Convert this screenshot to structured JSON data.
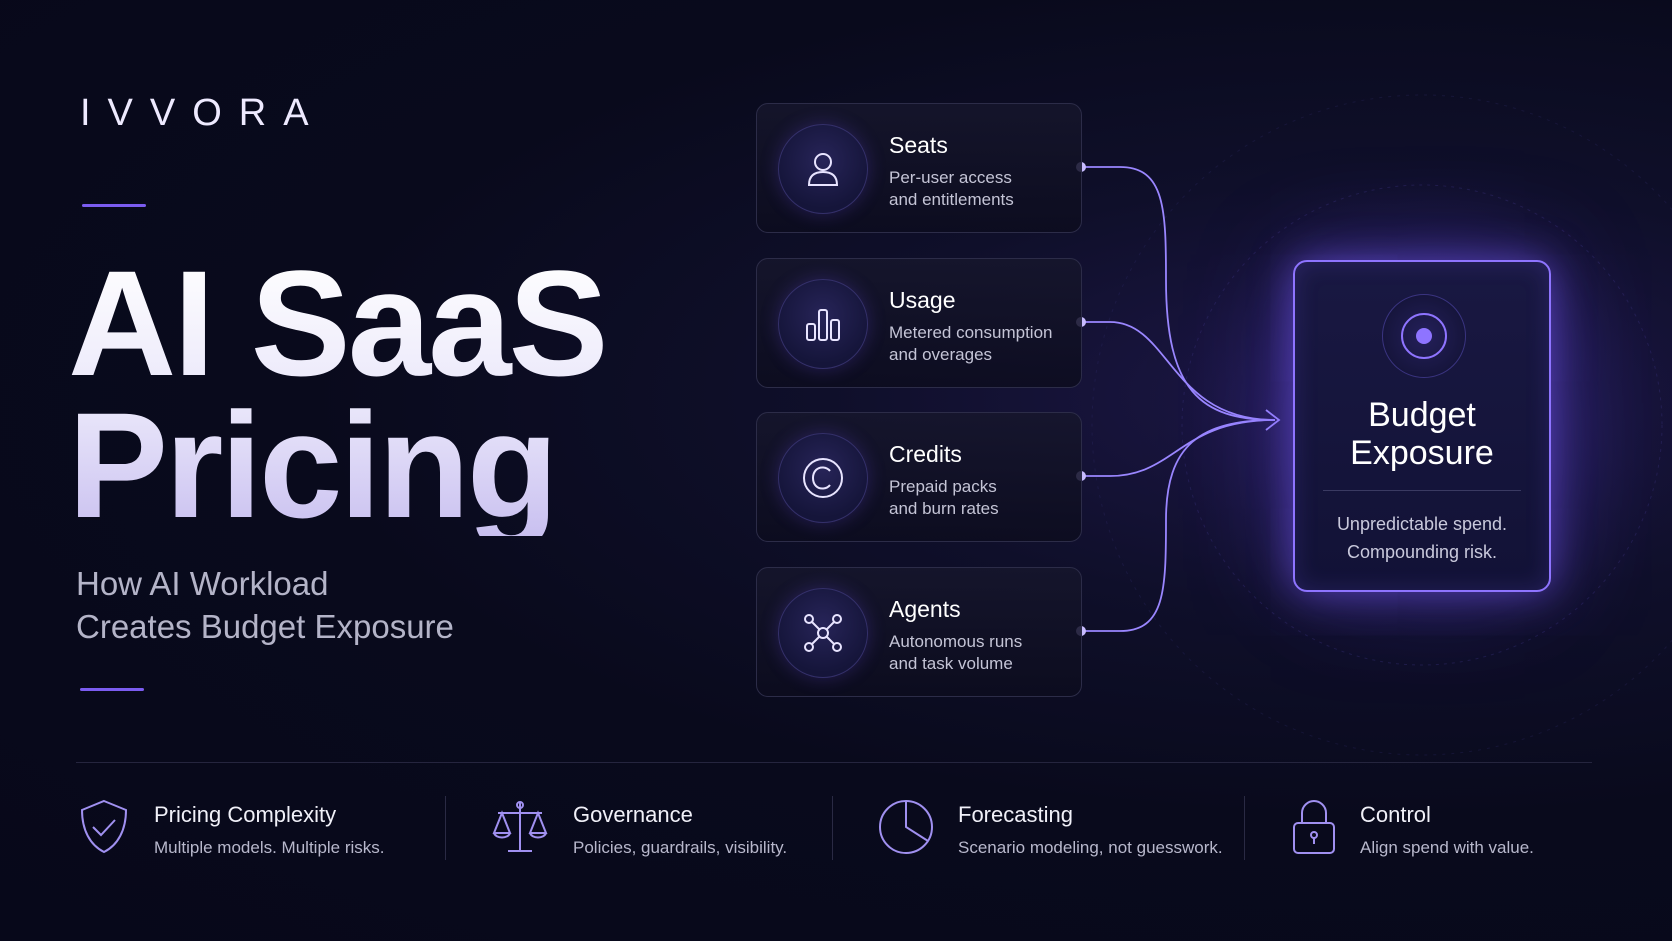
{
  "brand": "IVVORA",
  "title": {
    "line1": "AI SaaS",
    "line2": "Pricing"
  },
  "subtitle": {
    "line1": "How AI Workload",
    "line2": "Creates Budget Exposure"
  },
  "cards": [
    {
      "title": "Seats",
      "desc1": "Per-user access",
      "desc2": "and entitlements",
      "icon": "user-icon"
    },
    {
      "title": "Usage",
      "desc1": "Metered consumption",
      "desc2": "and overages",
      "icon": "bar-chart-icon"
    },
    {
      "title": "Credits",
      "desc1": "Prepaid packs",
      "desc2": "and burn rates",
      "icon": "copyright-coin-icon"
    },
    {
      "title": "Agents",
      "desc1": "Autonomous runs",
      "desc2": "and task volume",
      "icon": "network-nodes-icon"
    }
  ],
  "budget": {
    "title1": "Budget",
    "title2": "Exposure",
    "desc1": "Unpredictable spend.",
    "desc2": "Compounding risk.",
    "icon": "target-icon"
  },
  "features": [
    {
      "title": "Pricing Complexity",
      "desc": "Multiple models. Multiple risks.",
      "icon": "shield-check-icon"
    },
    {
      "title": "Governance",
      "desc": "Policies, guardrails, visibility.",
      "icon": "scales-icon"
    },
    {
      "title": "Forecasting",
      "desc": "Scenario modeling, not guesswork.",
      "icon": "pie-chart-icon"
    },
    {
      "title": "Control",
      "desc": "Align spend with value.",
      "icon": "lock-icon"
    }
  ],
  "colors": {
    "accent": "#7b5cf0",
    "glow": "#8e74ff",
    "background": "#090a1c"
  }
}
